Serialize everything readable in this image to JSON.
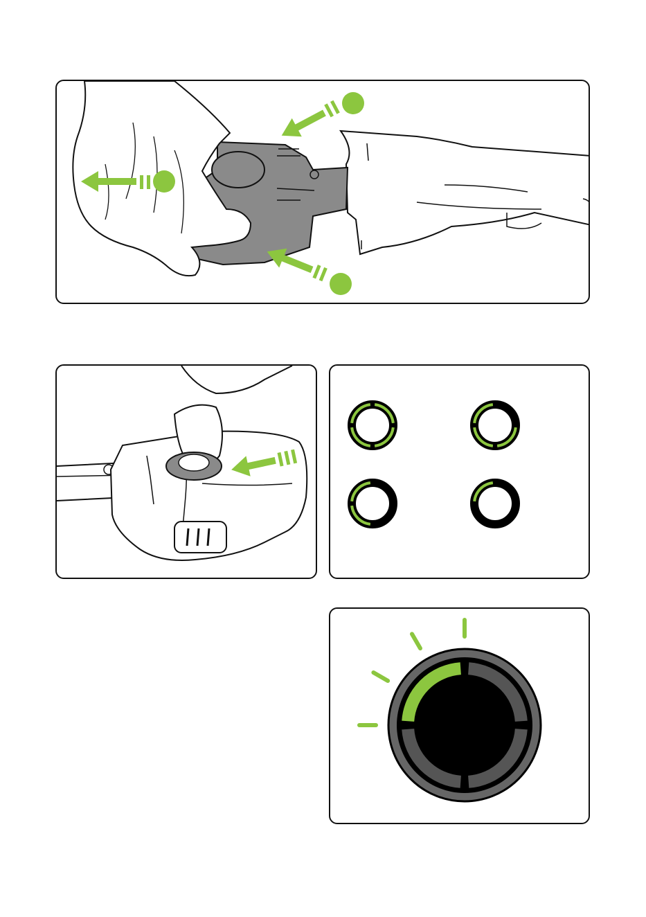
{
  "colors": {
    "accent_green": "#8cc63f",
    "device_grey": "#8a8a8a",
    "ring_dark": "#000000",
    "ring_outer": "#666666",
    "ring_segment_off": "#555555",
    "line": "#111111"
  },
  "panels": {
    "top": {
      "step_markers": [
        {
          "id": "marker-1"
        },
        {
          "id": "marker-2"
        },
        {
          "id": "marker-3"
        }
      ]
    },
    "battery_levels": [
      {
        "lit_segments": 4
      },
      {
        "lit_segments": 3
      },
      {
        "lit_segments": 2
      },
      {
        "lit_segments": 1
      }
    ],
    "indicator": {
      "lit_segments": 1,
      "total_segments": 4,
      "flash_rays": 4
    }
  }
}
